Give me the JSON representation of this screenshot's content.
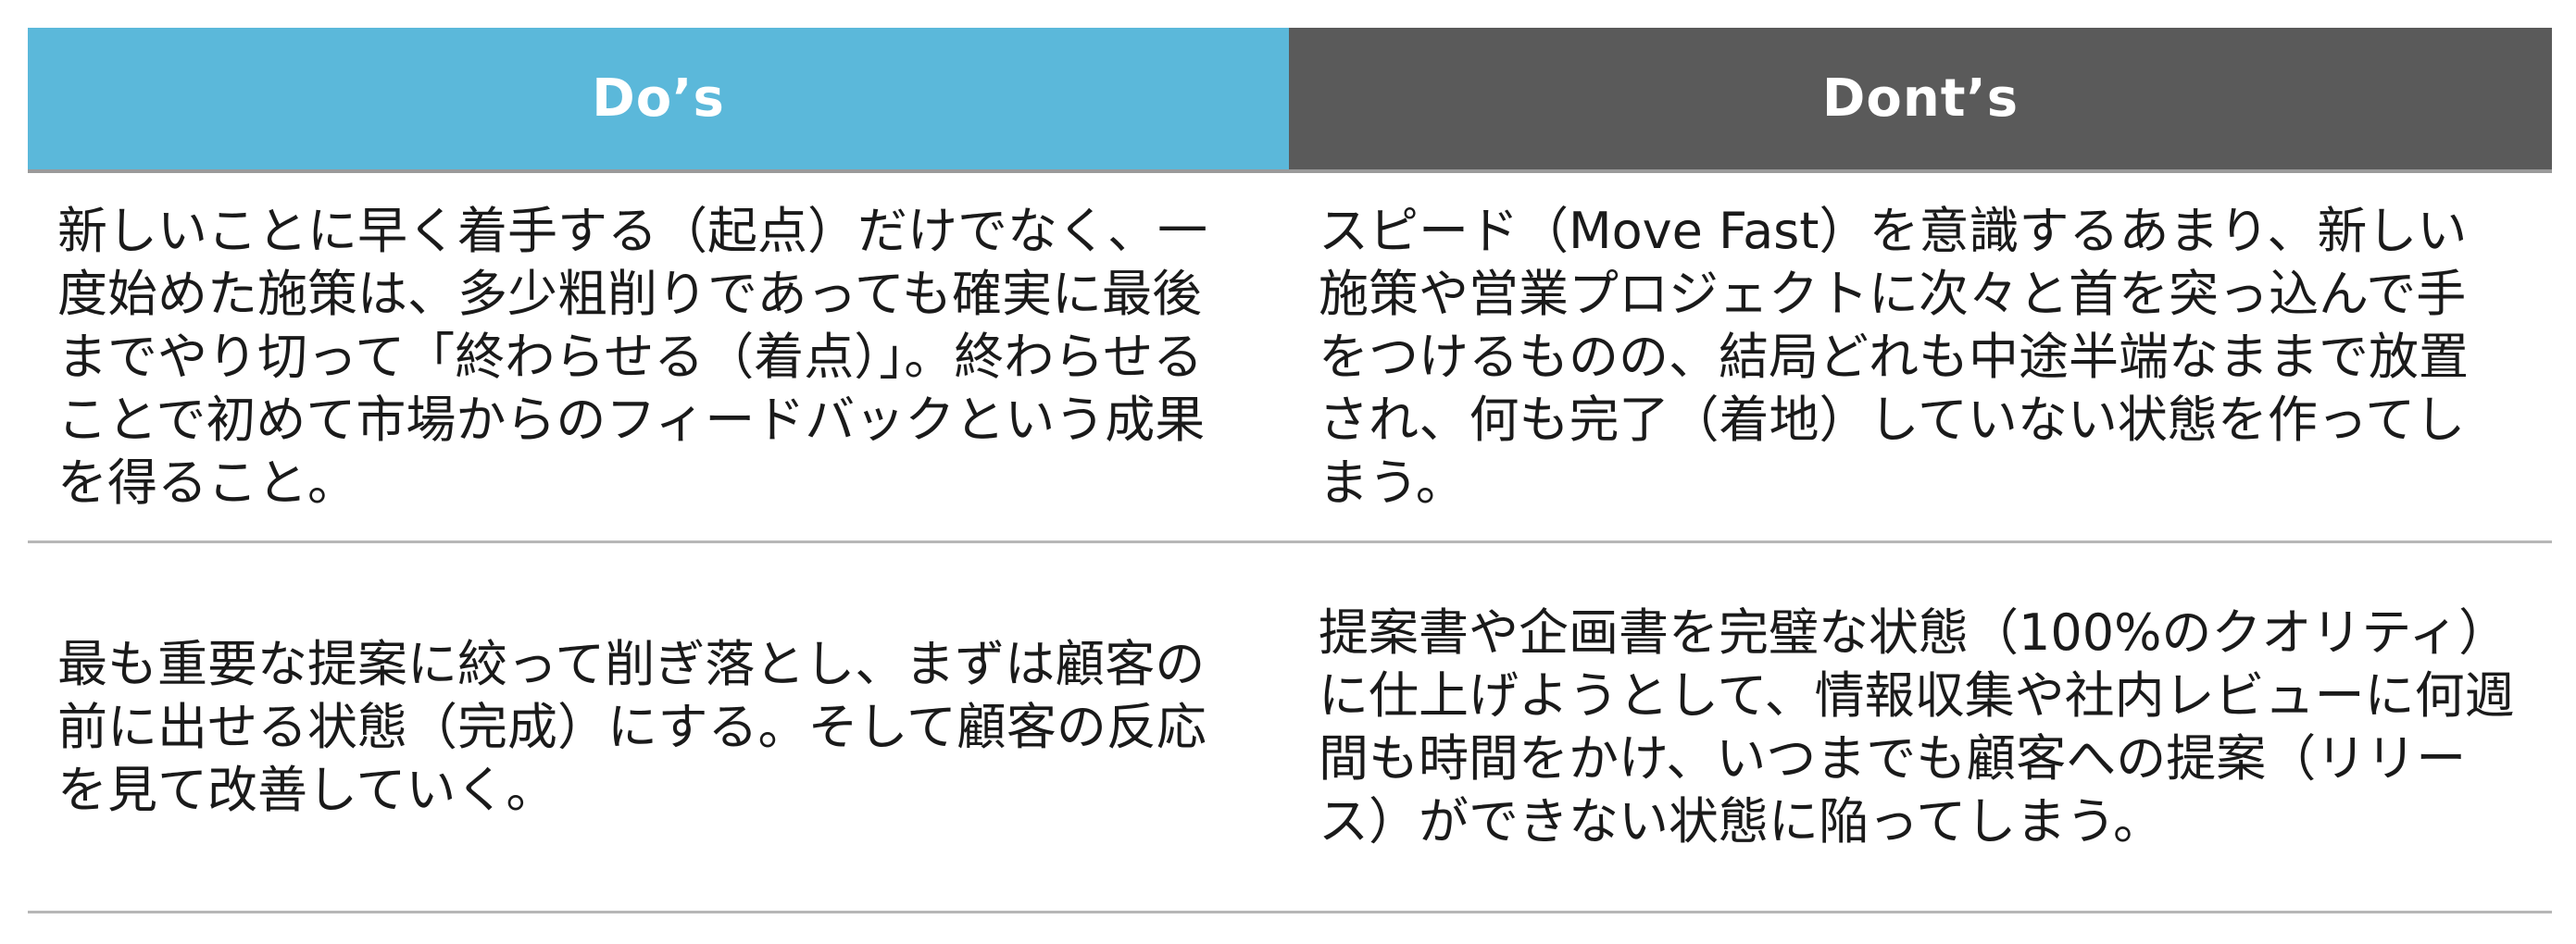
{
  "table": {
    "headers": {
      "do": "Do’s",
      "dont": "Dont’s"
    },
    "rows": [
      {
        "do": "新しいことに早く着手する（起点）だけでなく、一度始めた施策は、多少粗削りであっても確実に最後までやり切って「終わらせる（着点）」。終わらせることで初めて市場からのフィードバックという成果を得ること。",
        "dont": "スピード（Move Fast）を意識するあまり、新しい施策や営業プロジェクトに次々と首を突っ込んで手をつけるものの、結局どれも中途半端なままで放置され、何も完了（着地）していない状態を作ってしまう。"
      },
      {
        "do": "最も重要な提案に絞って削ぎ落とし、まずは顧客の前に出せる状態（完成）にする。そして顧客の反応を見て改善していく。",
        "dont": "提案書や企画書を完璧な状態（100%のクオリティ）に仕上げようとして、情報収集や社内レビューに何週間も時間をかけ、いつまでも顧客への提案（リリース）ができない状態に陥ってしまう。"
      }
    ]
  },
  "colors": {
    "do_header_bg": "#5bb8da",
    "dont_header_bg": "#5a5a5a",
    "header_text": "#ffffff",
    "body_text": "#1a1a1a",
    "rule": "#b7b7b7"
  }
}
